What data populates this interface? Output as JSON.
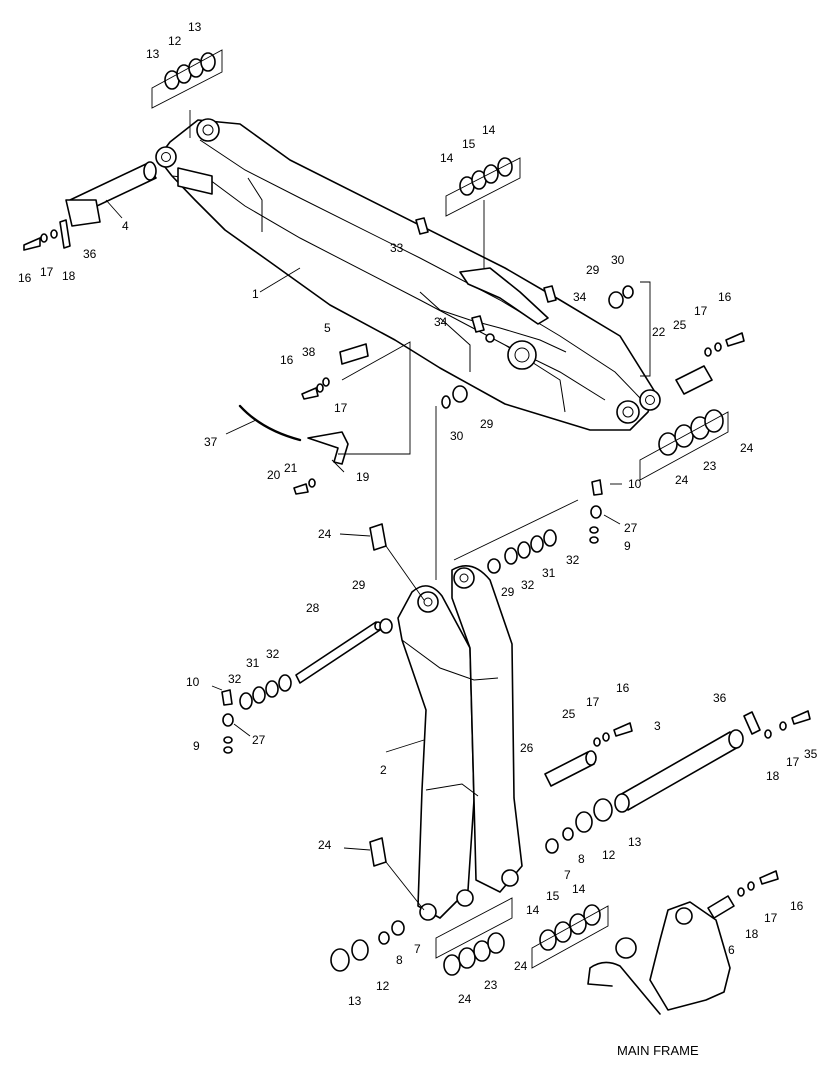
{
  "caption": "MAIN FRAME",
  "callouts": [
    {
      "id": "c-13a",
      "label": "13"
    },
    {
      "id": "c-12a",
      "label": "12"
    },
    {
      "id": "c-13b",
      "label": "13"
    },
    {
      "id": "c-4",
      "label": "4"
    },
    {
      "id": "c-16a",
      "label": "16"
    },
    {
      "id": "c-17a",
      "label": "17"
    },
    {
      "id": "c-18a",
      "label": "18"
    },
    {
      "id": "c-36a",
      "label": "36"
    },
    {
      "id": "c-1",
      "label": "1"
    },
    {
      "id": "c-14a",
      "label": "14"
    },
    {
      "id": "c-15a",
      "label": "15"
    },
    {
      "id": "c-14b",
      "label": "14"
    },
    {
      "id": "c-33",
      "label": "33"
    },
    {
      "id": "c-29a",
      "label": "29"
    },
    {
      "id": "c-30a",
      "label": "30"
    },
    {
      "id": "c-34a",
      "label": "34"
    },
    {
      "id": "c-34b",
      "label": "34"
    },
    {
      "id": "c-16b",
      "label": "16"
    },
    {
      "id": "c-17b",
      "label": "17"
    },
    {
      "id": "c-25a",
      "label": "25"
    },
    {
      "id": "c-22",
      "label": "22"
    },
    {
      "id": "c-5",
      "label": "5"
    },
    {
      "id": "c-38",
      "label": "38"
    },
    {
      "id": "c-16c",
      "label": "16"
    },
    {
      "id": "c-17c",
      "label": "17"
    },
    {
      "id": "c-30b",
      "label": "30"
    },
    {
      "id": "c-29b",
      "label": "29"
    },
    {
      "id": "c-24a",
      "label": "24"
    },
    {
      "id": "c-23a",
      "label": "23"
    },
    {
      "id": "c-24b",
      "label": "24"
    },
    {
      "id": "c-37",
      "label": "37"
    },
    {
      "id": "c-21",
      "label": "21"
    },
    {
      "id": "c-20",
      "label": "20"
    },
    {
      "id": "c-19",
      "label": "19"
    },
    {
      "id": "c-10a",
      "label": "10"
    },
    {
      "id": "c-27a",
      "label": "27"
    },
    {
      "id": "c-9a",
      "label": "9"
    },
    {
      "id": "c-24c",
      "label": "24"
    },
    {
      "id": "c-32a",
      "label": "32"
    },
    {
      "id": "c-31a",
      "label": "31"
    },
    {
      "id": "c-32b",
      "label": "32"
    },
    {
      "id": "c-29c",
      "label": "29"
    },
    {
      "id": "c-29d",
      "label": "29"
    },
    {
      "id": "c-28",
      "label": "28"
    },
    {
      "id": "c-32c",
      "label": "32"
    },
    {
      "id": "c-31b",
      "label": "31"
    },
    {
      "id": "c-32d",
      "label": "32"
    },
    {
      "id": "c-10b",
      "label": "10"
    },
    {
      "id": "c-27b",
      "label": "27"
    },
    {
      "id": "c-9b",
      "label": "9"
    },
    {
      "id": "c-2",
      "label": "2"
    },
    {
      "id": "c-17d",
      "label": "17"
    },
    {
      "id": "c-16d",
      "label": "16"
    },
    {
      "id": "c-25b",
      "label": "25"
    },
    {
      "id": "c-26",
      "label": "26"
    },
    {
      "id": "c-36b",
      "label": "36"
    },
    {
      "id": "c-3",
      "label": "3"
    },
    {
      "id": "c-35",
      "label": "35"
    },
    {
      "id": "c-18b",
      "label": "18"
    },
    {
      "id": "c-17e",
      "label": "17"
    },
    {
      "id": "c-13c",
      "label": "13"
    },
    {
      "id": "c-12b",
      "label": "12"
    },
    {
      "id": "c-8a",
      "label": "8"
    },
    {
      "id": "c-7a",
      "label": "7"
    },
    {
      "id": "c-24d",
      "label": "24"
    },
    {
      "id": "c-15b",
      "label": "15"
    },
    {
      "id": "c-14c",
      "label": "14"
    },
    {
      "id": "c-14d",
      "label": "14"
    },
    {
      "id": "c-24e",
      "label": "24"
    },
    {
      "id": "c-23b",
      "label": "23"
    },
    {
      "id": "c-24f",
      "label": "24"
    },
    {
      "id": "c-7b",
      "label": "7"
    },
    {
      "id": "c-8b",
      "label": "8"
    },
    {
      "id": "c-12c",
      "label": "12"
    },
    {
      "id": "c-13d",
      "label": "13"
    },
    {
      "id": "c-16e",
      "label": "16"
    },
    {
      "id": "c-17f",
      "label": "17"
    },
    {
      "id": "c-18c",
      "label": "18"
    },
    {
      "id": "c-6",
      "label": "6"
    }
  ]
}
